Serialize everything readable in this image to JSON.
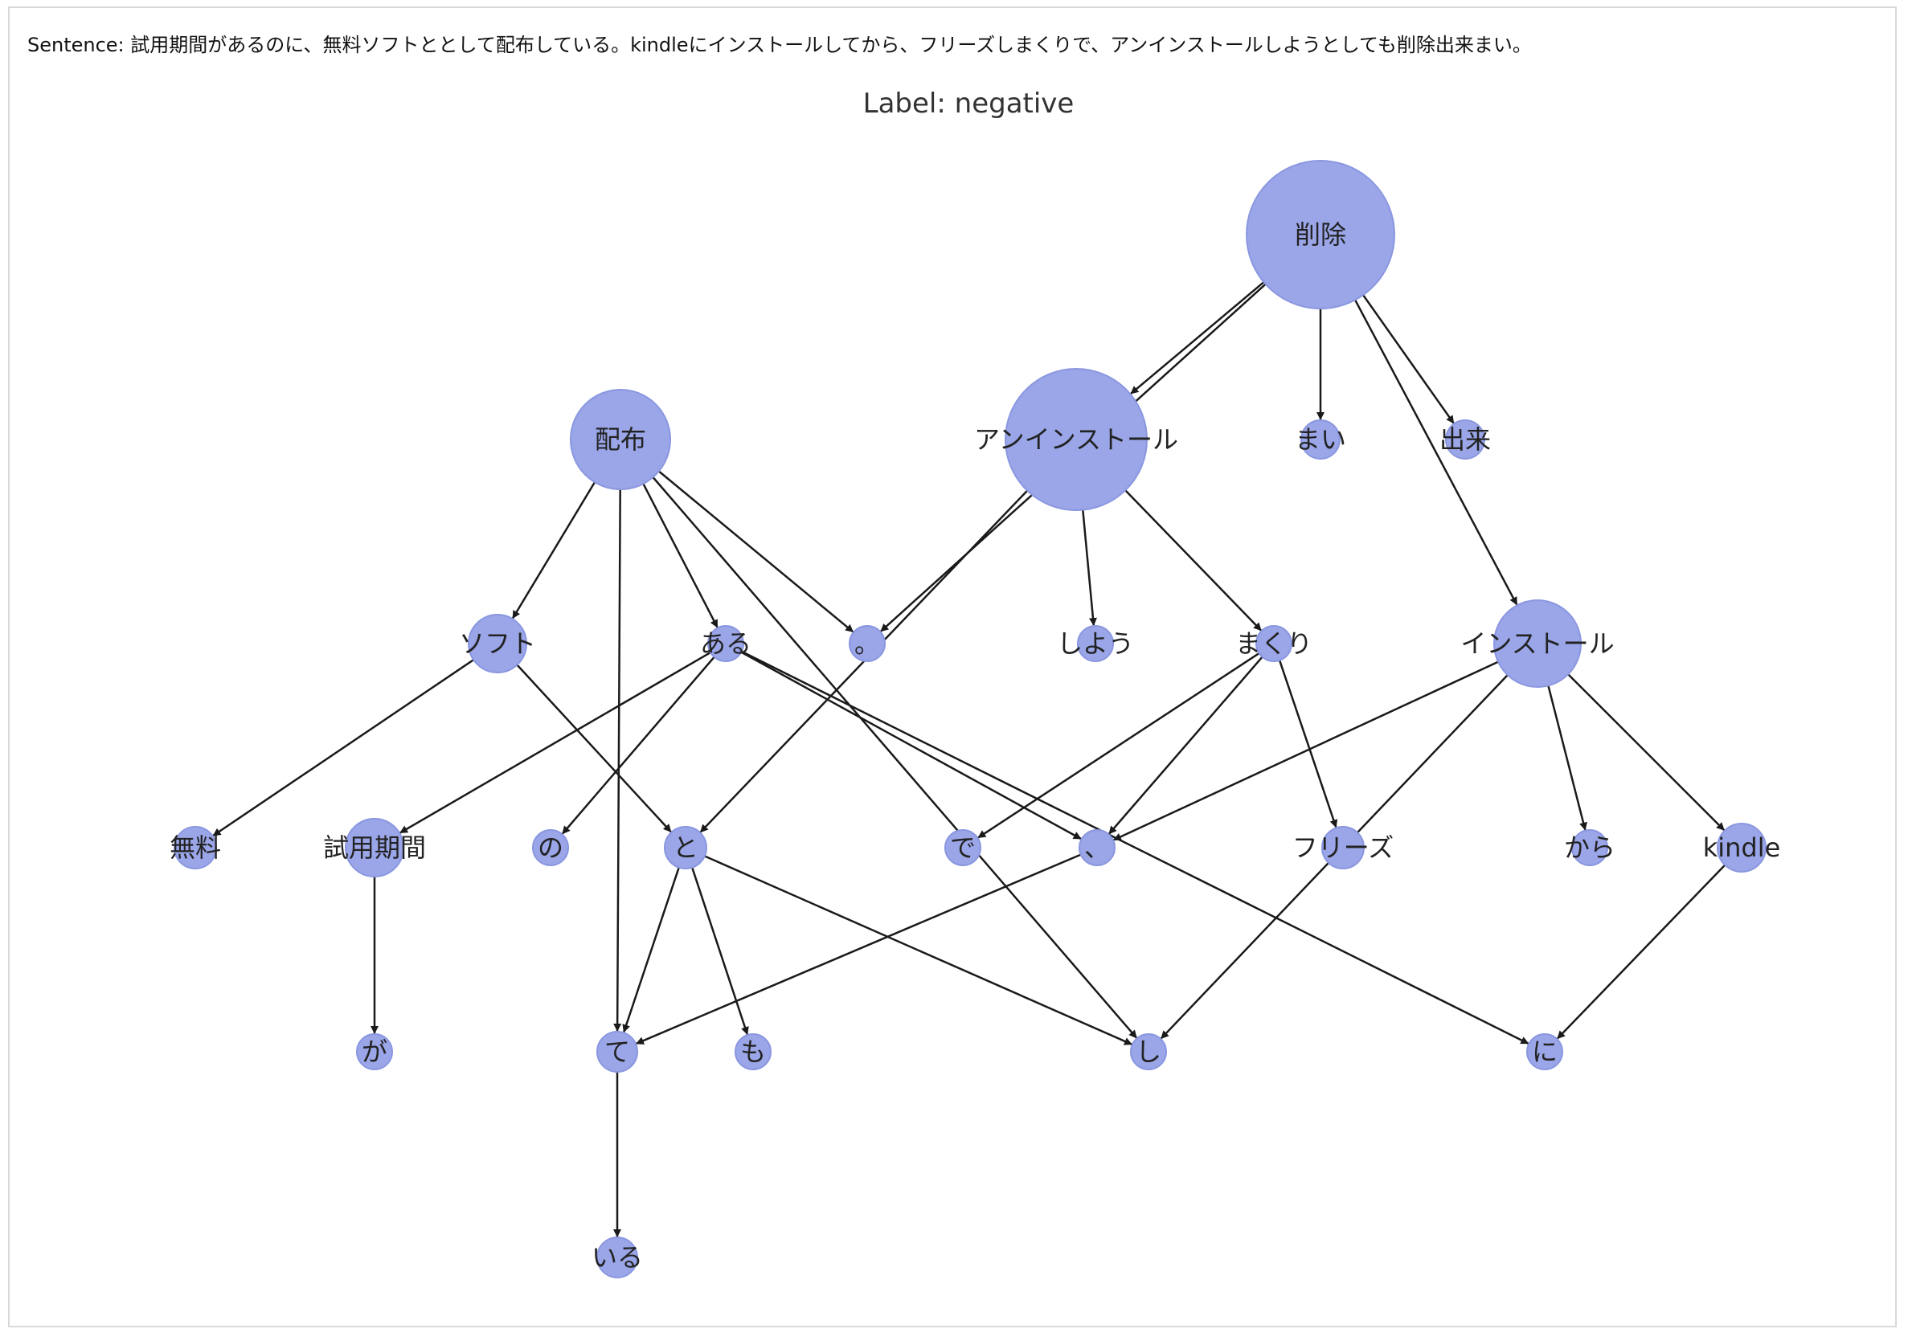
{
  "sentence": {
    "prefix": "Sentence: ",
    "text": "試用期間があるのに、無料ソフトととして配布している。kindleにインストールしてから、フリーズしまくりで、アンインストールしようとしても削除出来まい。"
  },
  "graph": {
    "title": "Label: negative",
    "node_color": "#9aa6e8",
    "edge_color": "#1a1a1a",
    "nodes": [
      {
        "id": "sakujo",
        "label": "削除"
      },
      {
        "id": "uninstall",
        "label": "アンインストール"
      },
      {
        "id": "mai",
        "label": "まい"
      },
      {
        "id": "deki",
        "label": "出来"
      },
      {
        "id": "haifu",
        "label": "配布"
      },
      {
        "id": "soft",
        "label": "ソフト"
      },
      {
        "id": "aru",
        "label": "ある"
      },
      {
        "id": "maru",
        "label": "。"
      },
      {
        "id": "shiyou",
        "label": "しよう"
      },
      {
        "id": "makuri",
        "label": "まくり"
      },
      {
        "id": "install",
        "label": "インストール"
      },
      {
        "id": "muryou",
        "label": "無料"
      },
      {
        "id": "shiyoukikan",
        "label": "試用期間"
      },
      {
        "id": "no",
        "label": "の"
      },
      {
        "id": "to",
        "label": "と"
      },
      {
        "id": "de",
        "label": "で"
      },
      {
        "id": "ten",
        "label": "、"
      },
      {
        "id": "freeze",
        "label": "フリーズ"
      },
      {
        "id": "kara",
        "label": "から"
      },
      {
        "id": "kindle",
        "label": "kindle"
      },
      {
        "id": "ga",
        "label": "が"
      },
      {
        "id": "te",
        "label": "て"
      },
      {
        "id": "mo",
        "label": "も"
      },
      {
        "id": "shi",
        "label": "し"
      },
      {
        "id": "ni",
        "label": "に"
      },
      {
        "id": "iru",
        "label": "いる"
      }
    ],
    "edges": [
      [
        "sakujo",
        "uninstall"
      ],
      [
        "sakujo",
        "maru"
      ],
      [
        "sakujo",
        "mai"
      ],
      [
        "sakujo",
        "deki"
      ],
      [
        "sakujo",
        "install"
      ],
      [
        "uninstall",
        "to"
      ],
      [
        "uninstall",
        "shiyou"
      ],
      [
        "uninstall",
        "makuri"
      ],
      [
        "haifu",
        "soft"
      ],
      [
        "haifu",
        "aru"
      ],
      [
        "haifu",
        "maru"
      ],
      [
        "haifu",
        "te"
      ],
      [
        "haifu",
        "shi"
      ],
      [
        "soft",
        "muryou"
      ],
      [
        "soft",
        "to"
      ],
      [
        "aru",
        "shiyoukikan"
      ],
      [
        "aru",
        "no"
      ],
      [
        "aru",
        "ten"
      ],
      [
        "aru",
        "ni"
      ],
      [
        "makuri",
        "de"
      ],
      [
        "makuri",
        "ten"
      ],
      [
        "makuri",
        "freeze"
      ],
      [
        "install",
        "ten"
      ],
      [
        "install",
        "shi"
      ],
      [
        "install",
        "kara"
      ],
      [
        "install",
        "kindle"
      ],
      [
        "shiyoukikan",
        "ga"
      ],
      [
        "to",
        "te"
      ],
      [
        "to",
        "mo"
      ],
      [
        "to",
        "shi"
      ],
      [
        "ten",
        "te"
      ],
      [
        "kindle",
        "ni"
      ],
      [
        "te",
        "iru"
      ]
    ]
  }
}
